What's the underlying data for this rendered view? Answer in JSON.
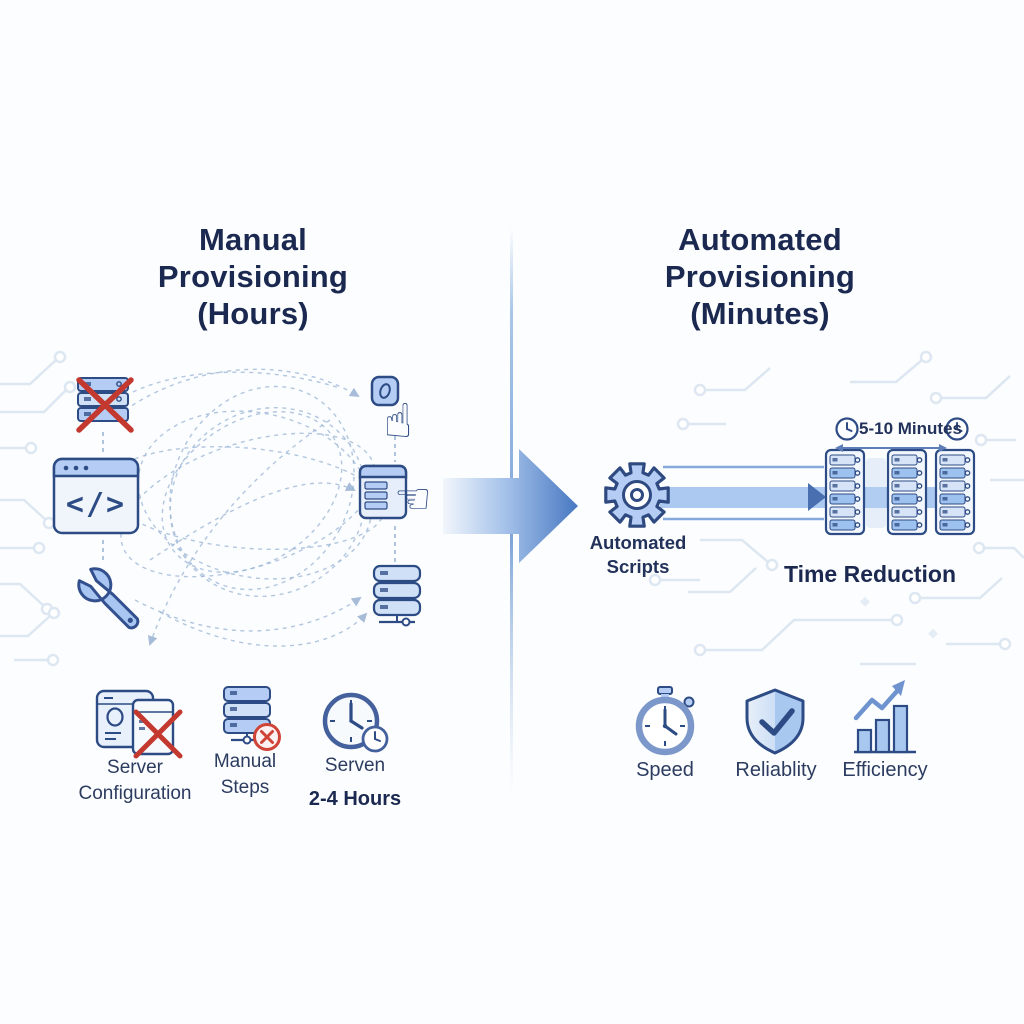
{
  "infographic": {
    "left": {
      "title_lines": [
        "Manual",
        "Provisioning",
        "(Hours)"
      ],
      "code_symbol": "</>",
      "legend": {
        "server_configuration_lines": [
          "Server",
          "Configuration"
        ],
        "manual_steps_lines": [
          "Manual",
          "Steps"
        ],
        "server_label": "Serven",
        "duration": "2-4 Hours"
      }
    },
    "right": {
      "title_lines": [
        "Automated",
        "Provisioning",
        "(Minutes)"
      ],
      "scripts_lines": [
        "Automated",
        "Scripts"
      ],
      "duration": "5-10 Minutes",
      "time_reduction": "Time Reduction",
      "legend": {
        "speed": "Speed",
        "reliability": "Reliablity",
        "efficiency": "Efficiency"
      }
    },
    "icons": {
      "hand_up_glyph": "☝",
      "hand_left_glyph": "☜"
    },
    "colors": {
      "navy_text": "#1b2951",
      "icon_outline": "#2d4b84",
      "icon_fill": "#b5cdf4",
      "band_blue": "#abc9f1",
      "arrow_blue": "#4c7ec6",
      "alert_red": "#c3392f",
      "tangle_line": "#9cb6d6",
      "circuit_line": "#dde7f2"
    }
  }
}
